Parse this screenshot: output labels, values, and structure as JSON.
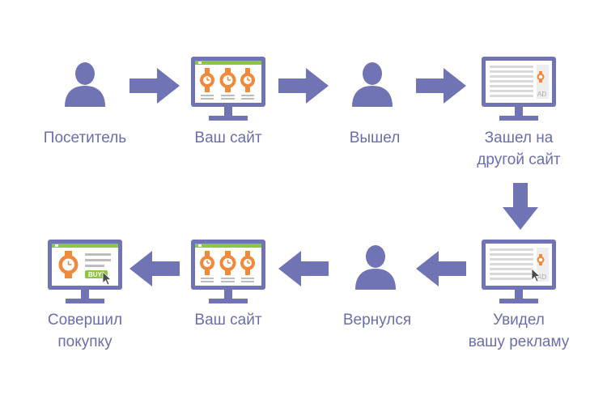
{
  "colors": {
    "primary": "#7074b4",
    "label": "#6a6eac",
    "screen_bg": "#ffffff",
    "screen_header": "#8dc640",
    "watch": "#f08a3a",
    "ad_panel": "#eeeeee",
    "text_lines": "#d9d9d9",
    "buy_button": "#8dc640"
  },
  "icons": [
    "person-icon",
    "monitor-watches-icon",
    "monitor-ad-icon",
    "monitor-buy-icon",
    "arrow-icon"
  ],
  "steps": [
    {
      "id": "visitor",
      "label": "Посетитель"
    },
    {
      "id": "your-site-1",
      "label": "Ваш сайт"
    },
    {
      "id": "left",
      "label": "Вышел"
    },
    {
      "id": "other-site",
      "label": "Зашел на\nдругой сайт"
    },
    {
      "id": "saw-ad",
      "label": "Увидел\nвашу рекламу"
    },
    {
      "id": "returned",
      "label": "Вернулся"
    },
    {
      "id": "your-site-2",
      "label": "Ваш сайт"
    },
    {
      "id": "purchase",
      "label": "Совершил\nпокупку"
    }
  ],
  "ad_label": "AD",
  "buy_label": "BUY"
}
